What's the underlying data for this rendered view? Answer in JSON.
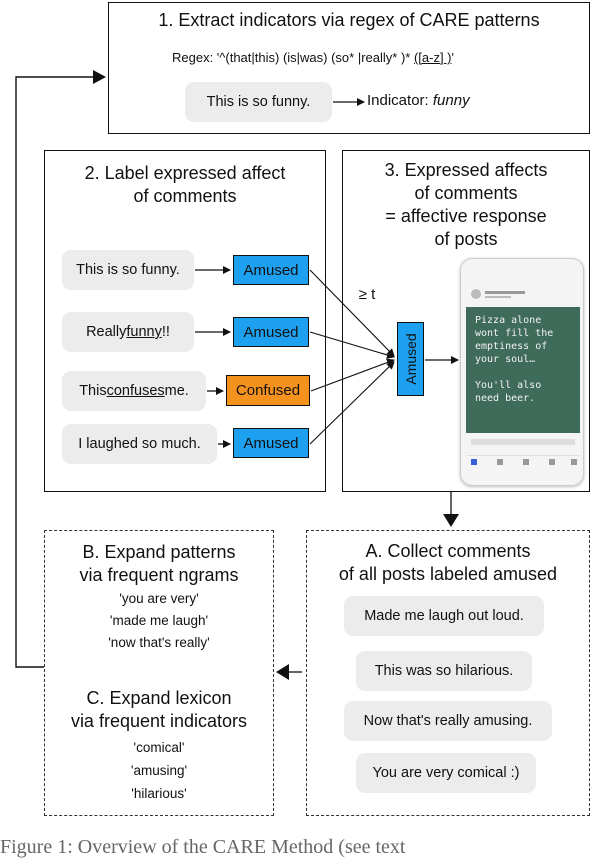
{
  "step1": {
    "title": "1. Extract indicators via regex of CARE patterns",
    "regex_prefix": "Regex: '^(that|this) (is|was) (so* |really* )* ",
    "regex_group": "([a-z] )",
    "regex_suffix": "'",
    "example": "This is so funny.",
    "indicator_label": "Indicator: ",
    "indicator_value": "funny"
  },
  "step2": {
    "title_line1": "2. Label expressed affect",
    "title_line2": "of comments",
    "comments": [
      {
        "pre": "This is so funny.",
        "u": "",
        "post": "",
        "label": "Amused",
        "color": "#1ea0f0"
      },
      {
        "pre": "Really ",
        "u": "funny",
        "post": "!!",
        "label": "Amused",
        "color": "#1ea0f0"
      },
      {
        "pre": "This ",
        "u": "confuses",
        "post": " me.",
        "label": "Confused",
        "color": "#f5921e"
      },
      {
        "pre": "I laughed so much.",
        "u": "",
        "post": "",
        "label": "Amused",
        "color": "#1ea0f0"
      }
    ],
    "threshold": "≥ t",
    "aggregate_label": "Amused"
  },
  "step3": {
    "title_line1": "3. Expressed affects",
    "title_line2": "of comments",
    "title_line3": "= affective response",
    "title_line4": "of posts",
    "post_text_1": "Pizza alone wont fill the emptiness of your soul…",
    "post_text_2": "You'll also need beer."
  },
  "stepA": {
    "title_line1": "A. Collect comments",
    "title_line2": "of all posts labeled amused",
    "comments": [
      "Made me laugh out loud.",
      "This was so hilarious.",
      "Now that's really amusing.",
      "You are very comical :)"
    ]
  },
  "stepB": {
    "title_line1": "B. Expand patterns",
    "title_line2": "via frequent ngrams",
    "ngrams": [
      "'you are very'",
      "'made me laugh'",
      "'now that's really'"
    ]
  },
  "stepC": {
    "title_line1": "C. Expand lexicon",
    "title_line2": "via frequent indicators",
    "indicators": [
      "'comical'",
      "'amusing'",
      "'hilarious'"
    ]
  },
  "caption": "Figure 1: Overview of the CARE Method (see text"
}
